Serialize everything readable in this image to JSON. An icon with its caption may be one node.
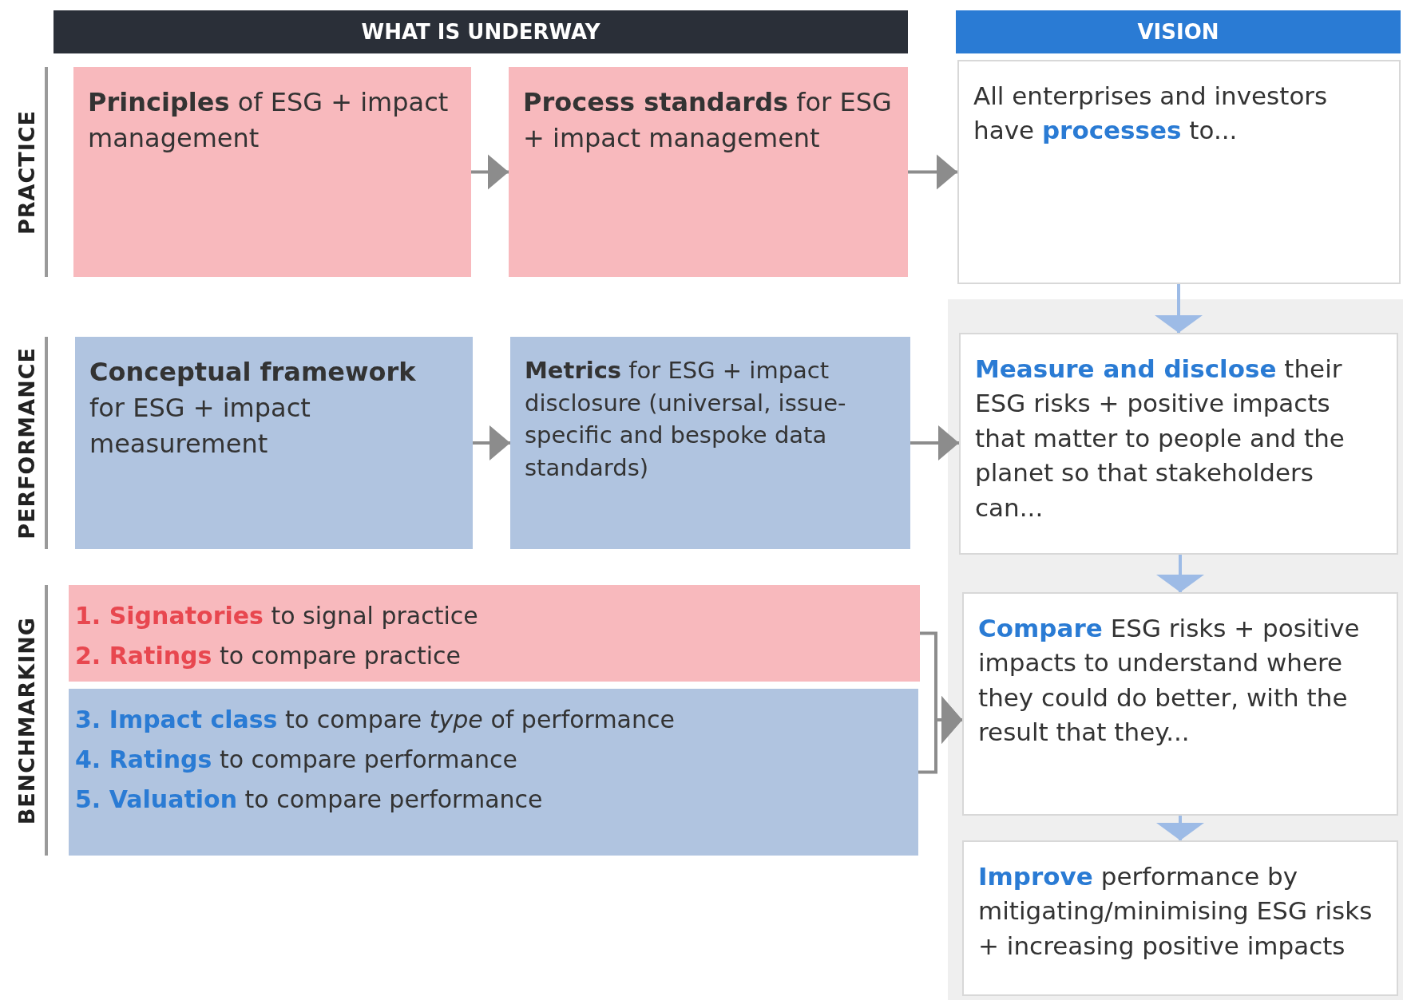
{
  "diagram": {
    "nodes": [
      {
        "text": [
          "WHAT IS UNDERWAY"
        ]
      },
      {
        "text": [
          "VISION"
        ]
      },
      {
        "text": [
          "**Principles** of ESG + impact management"
        ]
      },
      {
        "text": [
          "**Process standards** for ESG + impact management"
        ]
      },
      {
        "text": [
          "All enterprises and investors have **processes** to..."
        ]
      },
      {
        "text": [
          "**Conceptual framework** for ESG + impact measurement"
        ]
      },
      {
        "text": [
          "**Metrics** for ESG + impact disclosure (universal, issue-specific and bespoke data standards)"
        ]
      },
      {
        "text": [
          "**Measure and disclose** their ESG risks + positive impacts that matter to people and the planet so that stakeholders can..."
        ]
      },
      {
        "text": [
          "**1. Signatories** to signal practice",
          "**2. Ratings** to compare practice"
        ]
      },
      {
        "text": [
          "**3. Impact class** to compare *type* of performance",
          "**4. Ratings** to compare performance",
          "**5. Valuation** to compare performance"
        ]
      },
      {
        "text": [
          "**Compare** ESG risks + positive impacts to understand where they could do better, with the result that they..."
        ]
      },
      {
        "text": [
          "**Improve** performance by mitigating/minimising ESG risks + increasing positive impacts"
        ]
      }
    ],
    "edges": [
      {
        "from": 2,
        "to": 3,
        "arrow": "to"
      },
      {
        "from": 3,
        "to": 4,
        "arrow": "to"
      },
      {
        "from": 5,
        "to": 6,
        "arrow": "to"
      },
      {
        "from": 6,
        "to": 7,
        "arrow": "to"
      },
      {
        "from": 4,
        "to": 7,
        "arrow": "to"
      },
      {
        "from": 7,
        "to": 10,
        "arrow": "to"
      },
      {
        "from": 8,
        "to": 10,
        "arrow": "to"
      },
      {
        "from": 9,
        "to": 10,
        "arrow": "to"
      },
      {
        "from": 10,
        "to": 11,
        "arrow": "to"
      }
    ],
    "labels": [
      "PRACTICE",
      "PERFORMANCE",
      "BENCHMARKING"
    ]
  }
}
